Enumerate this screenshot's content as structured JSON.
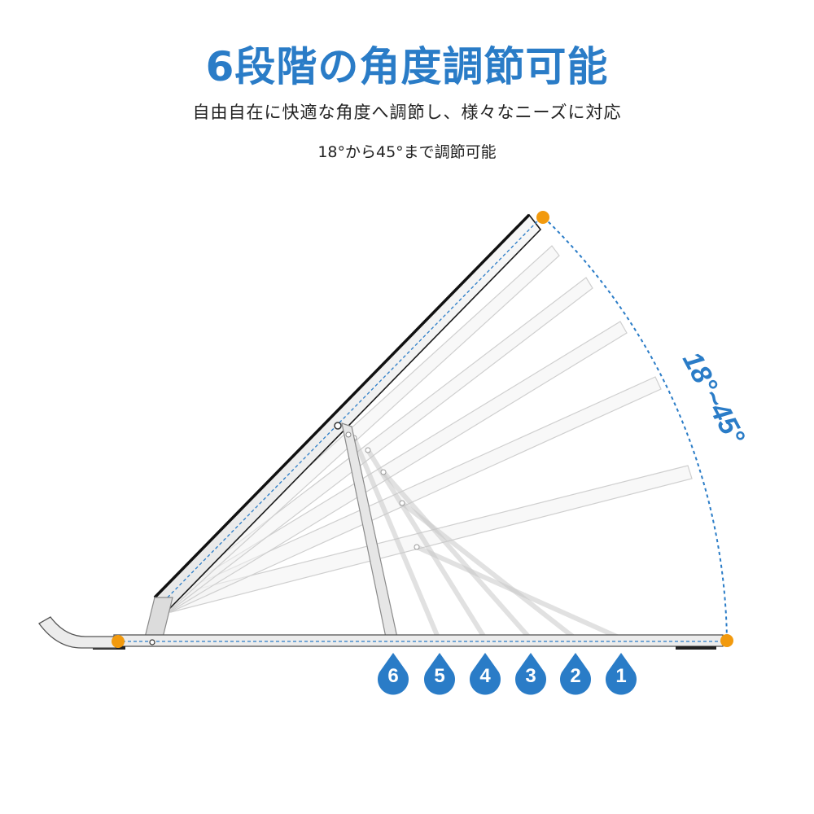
{
  "title": "6段階の角度調節可能",
  "subtitle": "自由自在に快適な角度へ調節し、様々なニーズに対応",
  "range_text": "18°から45°まで調節可能",
  "angle_label": "18°~45°",
  "accent_color": "#2a7cc7",
  "marker_color": "#f29a0e",
  "levels": [
    "6",
    "5",
    "4",
    "3",
    "2",
    "1"
  ]
}
